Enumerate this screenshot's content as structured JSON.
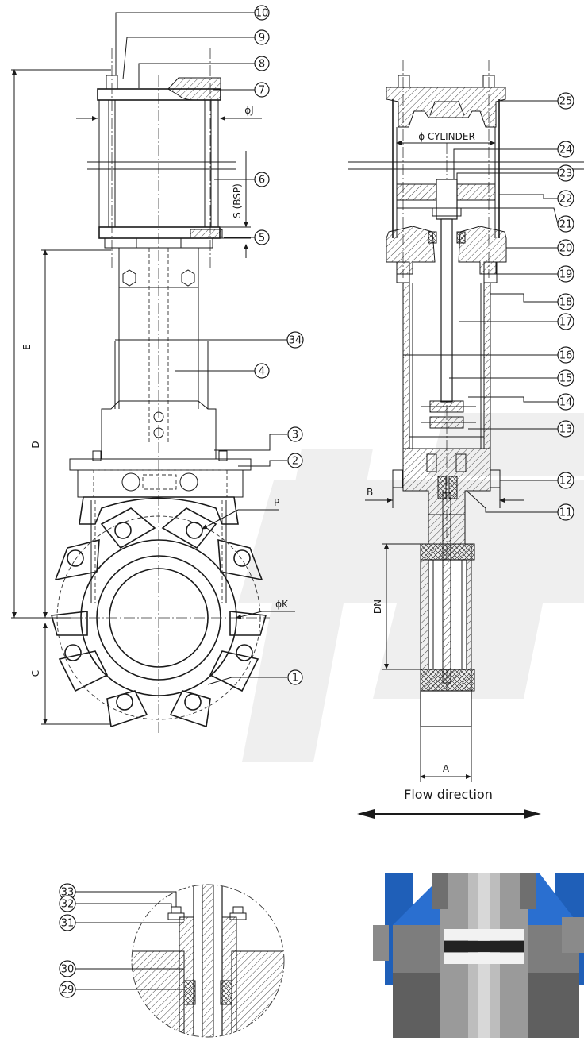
{
  "callouts": [
    {
      "id": "10",
      "label": "10"
    },
    {
      "id": "9",
      "label": "9"
    },
    {
      "id": "8",
      "label": "8"
    },
    {
      "id": "7",
      "label": "7"
    },
    {
      "id": "6",
      "label": "6"
    },
    {
      "id": "5",
      "label": "5"
    },
    {
      "id": "34",
      "label": "34"
    },
    {
      "id": "4",
      "label": "4"
    },
    {
      "id": "3",
      "label": "3"
    },
    {
      "id": "2",
      "label": "2"
    },
    {
      "id": "1",
      "label": "1"
    },
    {
      "id": "25",
      "label": "25"
    },
    {
      "id": "24",
      "label": "24"
    },
    {
      "id": "23",
      "label": "23"
    },
    {
      "id": "22",
      "label": "22"
    },
    {
      "id": "21",
      "label": "21"
    },
    {
      "id": "20",
      "label": "20"
    },
    {
      "id": "19",
      "label": "19"
    },
    {
      "id": "18",
      "label": "18"
    },
    {
      "id": "17",
      "label": "17"
    },
    {
      "id": "16",
      "label": "16"
    },
    {
      "id": "15",
      "label": "15"
    },
    {
      "id": "14",
      "label": "14"
    },
    {
      "id": "13",
      "label": "13"
    },
    {
      "id": "12",
      "label": "12"
    },
    {
      "id": "11",
      "label": "11"
    },
    {
      "id": "33",
      "label": "33"
    },
    {
      "id": "32",
      "label": "32"
    },
    {
      "id": "31",
      "label": "31"
    },
    {
      "id": "30",
      "label": "30"
    },
    {
      "id": "29",
      "label": "29"
    }
  ],
  "dimensions": {
    "phi_j": "ϕJ",
    "s_bsp": "S (BSP)",
    "e": "E",
    "d": "D",
    "c": "C",
    "p": "P",
    "phi_k": "ϕK",
    "phi_cylinder": "ϕ CYLINDER",
    "b": "B",
    "dn": "DN",
    "a": "A"
  },
  "flow_direction": "Flow direction",
  "colors": {
    "line": "#1a1a1a",
    "watermark": "#ededed",
    "render_blue": "#1f5fb8",
    "render_grey": "#7d7d7d"
  }
}
